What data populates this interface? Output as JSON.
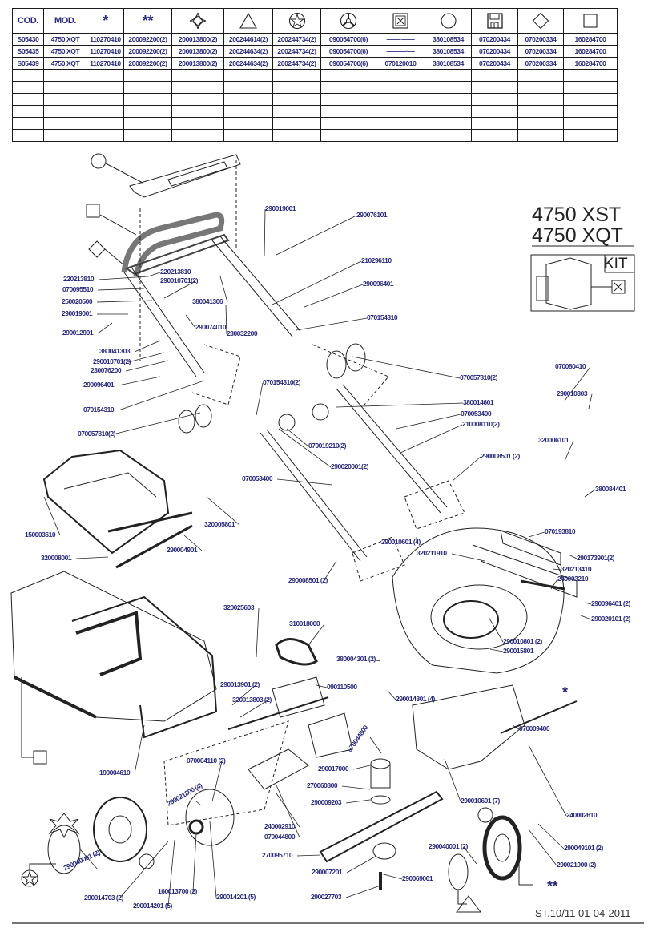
{
  "table": {
    "headers": [
      "COD.",
      "MOD.",
      "*",
      "**",
      "diamond-star-symbol",
      "triangle-symbol",
      "star-circle-symbol",
      "wheel-hub-symbol",
      "kit-x-symbol",
      "circle-symbol",
      "floppy-symbol",
      "diamond-symbol",
      "square-symbol"
    ],
    "header_text": {
      "cod": "COD.",
      "mod": "MOD.",
      "star1": "*",
      "star2": "**"
    },
    "rows": [
      [
        "S05430",
        "4750 XQT",
        "110270410",
        "200092200(2)",
        "200013800(2)",
        "200244614(2)",
        "200244734(2)",
        "090054700(6)",
        "——·——",
        "380108534",
        "070200434",
        "070200334",
        "160284700"
      ],
      [
        "S05435",
        "4750 XQT",
        "110270410",
        "200092200(2)",
        "200013800(2)",
        "200244634(2)",
        "200244734(2)",
        "090054700(6)",
        "———·—",
        "380108534",
        "070200434",
        "070200334",
        "160284700"
      ],
      [
        "S05439",
        "4750 XQT",
        "110270410",
        "200092200(2)",
        "200013800(2)",
        "200244634(2)",
        "200244734(2)",
        "090054700(6)",
        "070120010",
        "380108534",
        "070200434",
        "070200334",
        "160284700"
      ]
    ],
    "empty_rows": 6
  },
  "title": {
    "line1": "4750 XST",
    "line2": "4750 XQT",
    "kit_label": "KIT"
  },
  "footer": "ST.10/11  01-04-2011",
  "parts": [
    {
      "id": "p1",
      "text": "290019001"
    },
    {
      "id": "p2",
      "text": "290076101"
    },
    {
      "id": "p3",
      "text": "210296110"
    },
    {
      "id": "p4",
      "text": "290096401"
    },
    {
      "id": "p5",
      "text": "070154310"
    },
    {
      "id": "p6",
      "text": "220213810"
    },
    {
      "id": "p7",
      "text": "290010701(2)"
    },
    {
      "id": "p8",
      "text": "380041306"
    },
    {
      "id": "p9",
      "text": "220213810"
    },
    {
      "id": "p10",
      "text": "070095510"
    },
    {
      "id": "p11",
      "text": "250020500"
    },
    {
      "id": "p12",
      "text": "290019001"
    },
    {
      "id": "p13",
      "text": "290012901"
    },
    {
      "id": "p14",
      "text": "290074010"
    },
    {
      "id": "p15",
      "text": "230032200"
    },
    {
      "id": "p16",
      "text": "380041303"
    },
    {
      "id": "p17",
      "text": "290010701(2)"
    },
    {
      "id": "p18",
      "text": "230076200"
    },
    {
      "id": "p19",
      "text": "290096401"
    },
    {
      "id": "p20",
      "text": "070154310"
    },
    {
      "id": "p21",
      "text": "070057810(2)"
    },
    {
      "id": "p22",
      "text": "070057810(2)"
    },
    {
      "id": "p23",
      "text": "070154310(2)"
    },
    {
      "id": "p24",
      "text": "380014601"
    },
    {
      "id": "p25",
      "text": "070053400"
    },
    {
      "id": "p26",
      "text": "210008110(2)"
    },
    {
      "id": "p27",
      "text": "070019210(2)"
    },
    {
      "id": "p28",
      "text": "290020001(2)"
    },
    {
      "id": "p29",
      "text": "070053400"
    },
    {
      "id": "p30",
      "text": "070080410"
    },
    {
      "id": "p31",
      "text": "290010303"
    },
    {
      "id": "p32",
      "text": "320006101"
    },
    {
      "id": "p33",
      "text": "290008501 (2)"
    },
    {
      "id": "p34",
      "text": "380084401"
    },
    {
      "id": "p35",
      "text": "070193810"
    },
    {
      "id": "p36",
      "text": "150003610"
    },
    {
      "id": "p37",
      "text": "320005801"
    },
    {
      "id": "p38",
      "text": "290004901"
    },
    {
      "id": "p39",
      "text": "320008001"
    },
    {
      "id": "p40",
      "text": "290010601 (4)"
    },
    {
      "id": "p41",
      "text": "320211910"
    },
    {
      "id": "p42",
      "text": "290008501 (2)"
    },
    {
      "id": "p43",
      "text": "290173901(2)"
    },
    {
      "id": "p44",
      "text": "320213410"
    },
    {
      "id": "p45",
      "text": "240003210"
    },
    {
      "id": "p46",
      "text": "290096401 (2)"
    },
    {
      "id": "p47",
      "text": "290020101 (2)"
    },
    {
      "id": "p48",
      "text": "320025603"
    },
    {
      "id": "p49",
      "text": "310018000"
    },
    {
      "id": "p50",
      "text": "380004301 (2)"
    },
    {
      "id": "p51",
      "text": "290010801 (2)"
    },
    {
      "id": "p52",
      "text": "290015801"
    },
    {
      "id": "p53",
      "text": "290013901 (2)"
    },
    {
      "id": "p54",
      "text": "090110500"
    },
    {
      "id": "p55",
      "text": "320013803 (2)"
    },
    {
      "id": "p56",
      "text": "290014801 (4)"
    },
    {
      "id": "p57",
      "text": "070009400"
    },
    {
      "id": "p58",
      "text": "070044800"
    },
    {
      "id": "p59",
      "text": "190004610"
    },
    {
      "id": "p60",
      "text": "070004110 (2)"
    },
    {
      "id": "p61",
      "text": "290017000"
    },
    {
      "id": "p62",
      "text": "270060800"
    },
    {
      "id": "p63",
      "text": "290021800 (4)"
    },
    {
      "id": "p64",
      "text": "290009203"
    },
    {
      "id": "p65",
      "text": "290010601 (7)"
    },
    {
      "id": "p66",
      "text": "240002610"
    },
    {
      "id": "p67",
      "text": "240002910"
    },
    {
      "id": "p68",
      "text": "070044800"
    },
    {
      "id": "p69",
      "text": "270095710"
    },
    {
      "id": "p70",
      "text": "290040001 (2)"
    },
    {
      "id": "p71",
      "text": "290049101 (2)"
    },
    {
      "id": "p72",
      "text": "290021900 (2)"
    },
    {
      "id": "p73",
      "text": "290040001 (2)"
    },
    {
      "id": "p74",
      "text": "290007201"
    },
    {
      "id": "p75",
      "text": "290069001"
    },
    {
      "id": "p76",
      "text": "290027703"
    },
    {
      "id": "p77",
      "text": "290014703 (2)"
    },
    {
      "id": "p78",
      "text": "290014201 (5)"
    },
    {
      "id": "p79",
      "text": "160013700 (2)"
    },
    {
      "id": "p80",
      "text": "290014201 (5)"
    }
  ],
  "markers": {
    "star1": "*",
    "star2": "**"
  }
}
